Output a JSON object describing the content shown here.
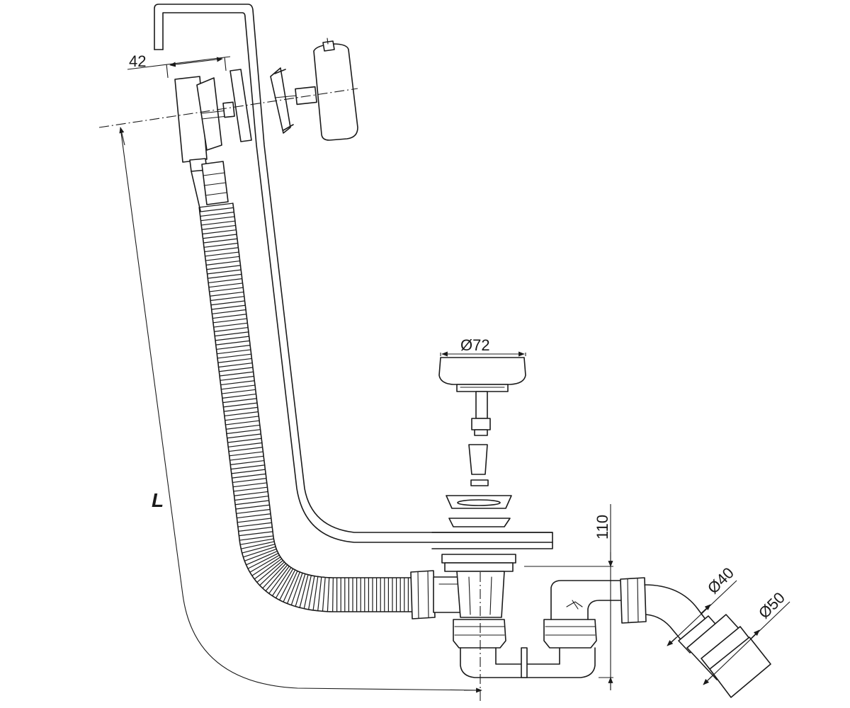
{
  "diagram": {
    "dimensions": {
      "overflow_width": "42",
      "drain_cap_diameter": "Ø72",
      "trap_height": "110",
      "outlet_diameter_small": "Ø40",
      "outlet_diameter_large": "Ø50",
      "length": "L"
    }
  }
}
